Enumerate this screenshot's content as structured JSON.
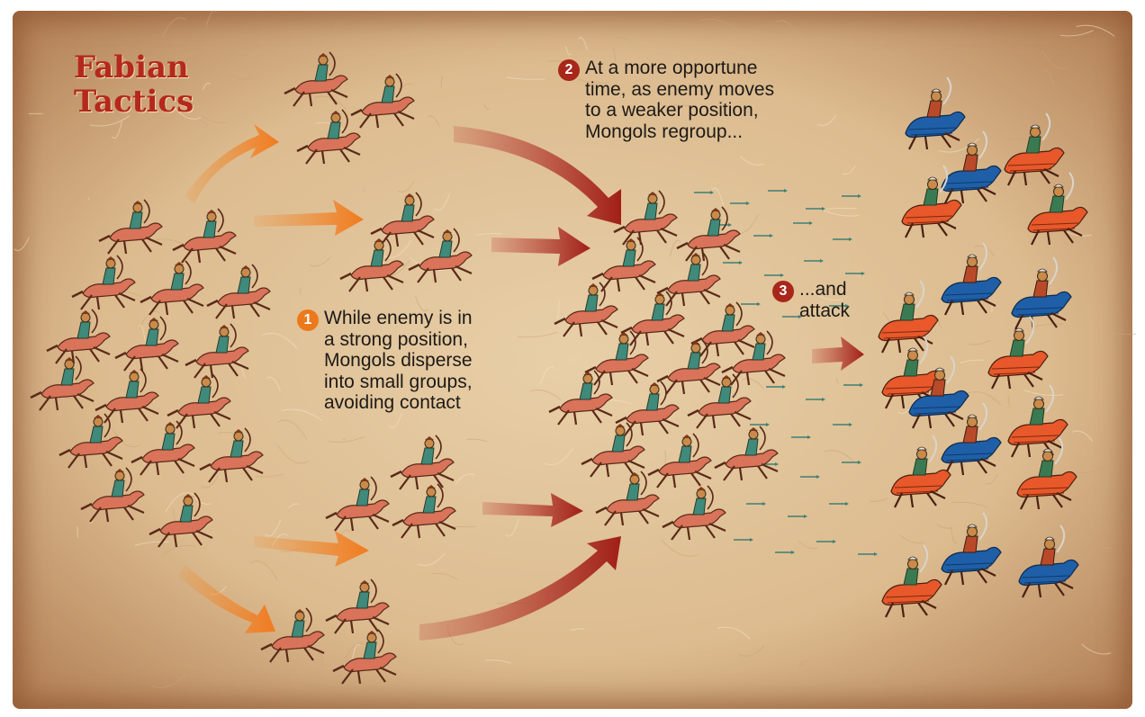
{
  "title": {
    "line1": "Fabian",
    "line2": "Tactics"
  },
  "steps": [
    {
      "number": "1",
      "lines": [
        "While enemy is in",
        "a strong position,",
        "Mongols disperse",
        "into small groups,",
        "avoiding contact"
      ]
    },
    {
      "number": "2",
      "lines": [
        "At a more opportune",
        "time, as enemy moves",
        "to a weaker position,",
        "Mongols regroup..."
      ]
    },
    {
      "number": "3",
      "lines": [
        "...and",
        "attack"
      ]
    }
  ],
  "colors": {
    "title": "#b5281c",
    "step_orange": "#ec7a1c",
    "step_red": "#a8261a",
    "arrow_orange": "#f08a2c",
    "arrow_red": "#a8261a",
    "enemy_blue": "#1f5fa8",
    "enemy_orange": "#e8582a",
    "parchment": "#dcbb8f"
  }
}
